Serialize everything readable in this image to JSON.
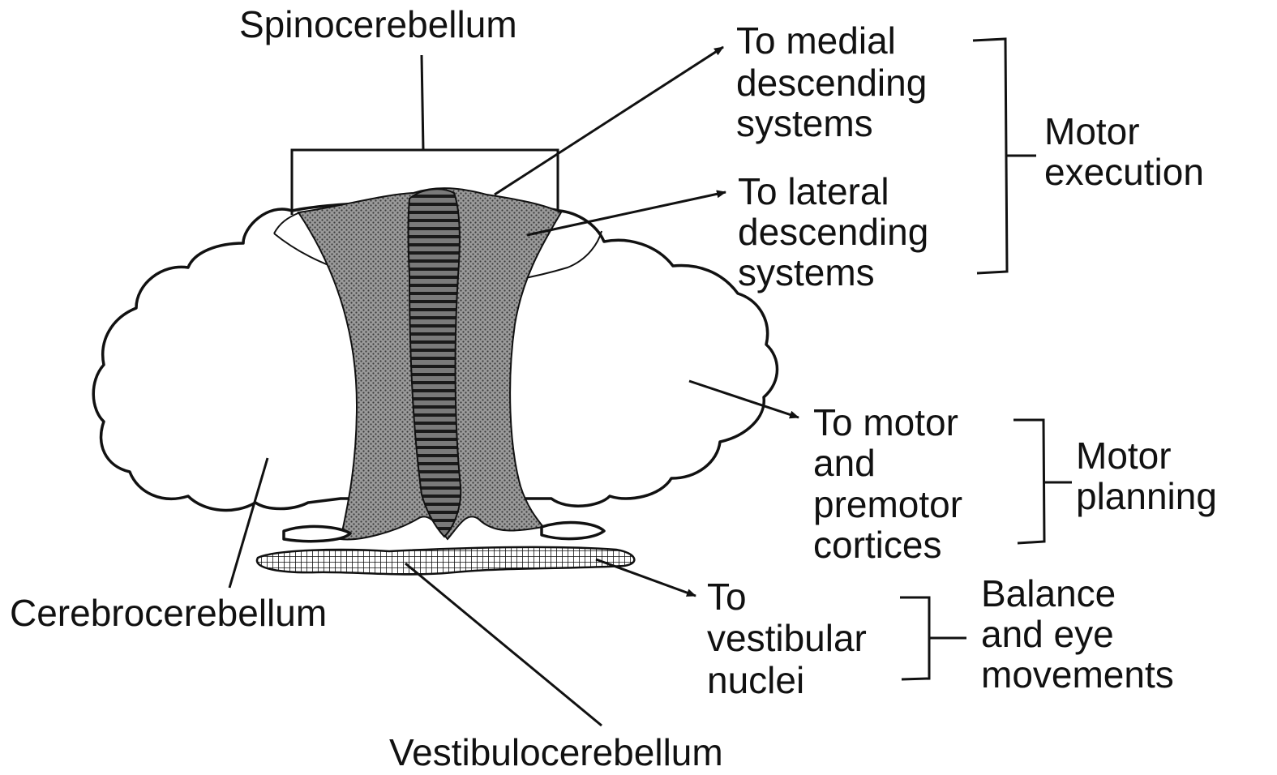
{
  "labels": {
    "spinocerebellum": "Spinocerebellum",
    "cerebrocerebellum": "Cerebrocerebellum",
    "vestibulocerebellum": "Vestibulocerebellum"
  },
  "outputs": {
    "medial": [
      "To medial",
      "descending",
      "systems"
    ],
    "lateral": [
      "To lateral",
      "descending",
      "systems"
    ],
    "motor_cortex": [
      "To motor",
      "and",
      "premotor",
      "cortices"
    ],
    "vestibular": [
      "To",
      "vestibular",
      "nuclei"
    ]
  },
  "functions": {
    "motor_execution": [
      "Motor",
      "execution"
    ],
    "motor_planning": [
      "Motor",
      "planning"
    ],
    "balance": [
      "Balance",
      "and eye",
      "movements"
    ]
  },
  "colors": {
    "ink": "#111111",
    "stipple": "#7a7a7a",
    "background": "#ffffff"
  }
}
